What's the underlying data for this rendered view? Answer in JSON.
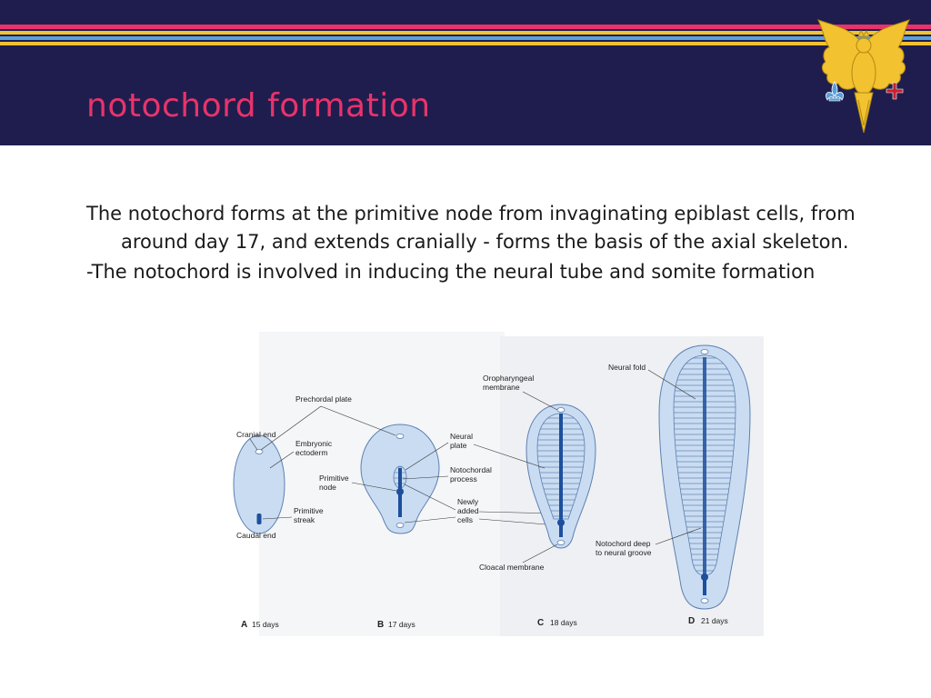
{
  "slide": {
    "title": "notochord formation",
    "paragraph1_line1": "The notochord forms at the primitive node from invaginating epiblast cells, from",
    "paragraph1_line2": "around day 17, and extends cranially - forms the basis of the axial skeleton.",
    "paragraph2": "-The notochord is involved in inducing the neural tube and somite formation"
  },
  "colors": {
    "header_bg": "#1f1d4e",
    "title": "#e8336b",
    "stripe_pink": "#e8336b",
    "stripe_gold": "#f2c230",
    "stripe_blue": "#5aa0dc",
    "embryo_fill": "#c9dcf2",
    "notochord": "#1d4f9c"
  },
  "figure": {
    "panels": [
      {
        "letter": "A",
        "caption": "15 days"
      },
      {
        "letter": "B",
        "caption": "17 days"
      },
      {
        "letter": "C",
        "caption": "18 days"
      },
      {
        "letter": "D",
        "caption": "21 days"
      }
    ],
    "labels": {
      "cranial_end": "Cranial end",
      "prechordal_plate": "Prechordal plate",
      "embryonic_ectoderm": "Embryonic ectoderm",
      "primitive_node": "Primitive node",
      "primitive_streak": "Primitive streak",
      "caudal_end": "Caudal end",
      "neural_plate": "Neural plate",
      "notochordal_process": "Notochordal process",
      "newly_added_cells": "Newly added cells",
      "oropharyngeal_membrane": "Oropharyngeal membrane",
      "cloacal_membrane": "Cloacal membrane",
      "neural_fold": "Neural fold",
      "notochord_deep": "Notochord deep to neural groove"
    }
  }
}
